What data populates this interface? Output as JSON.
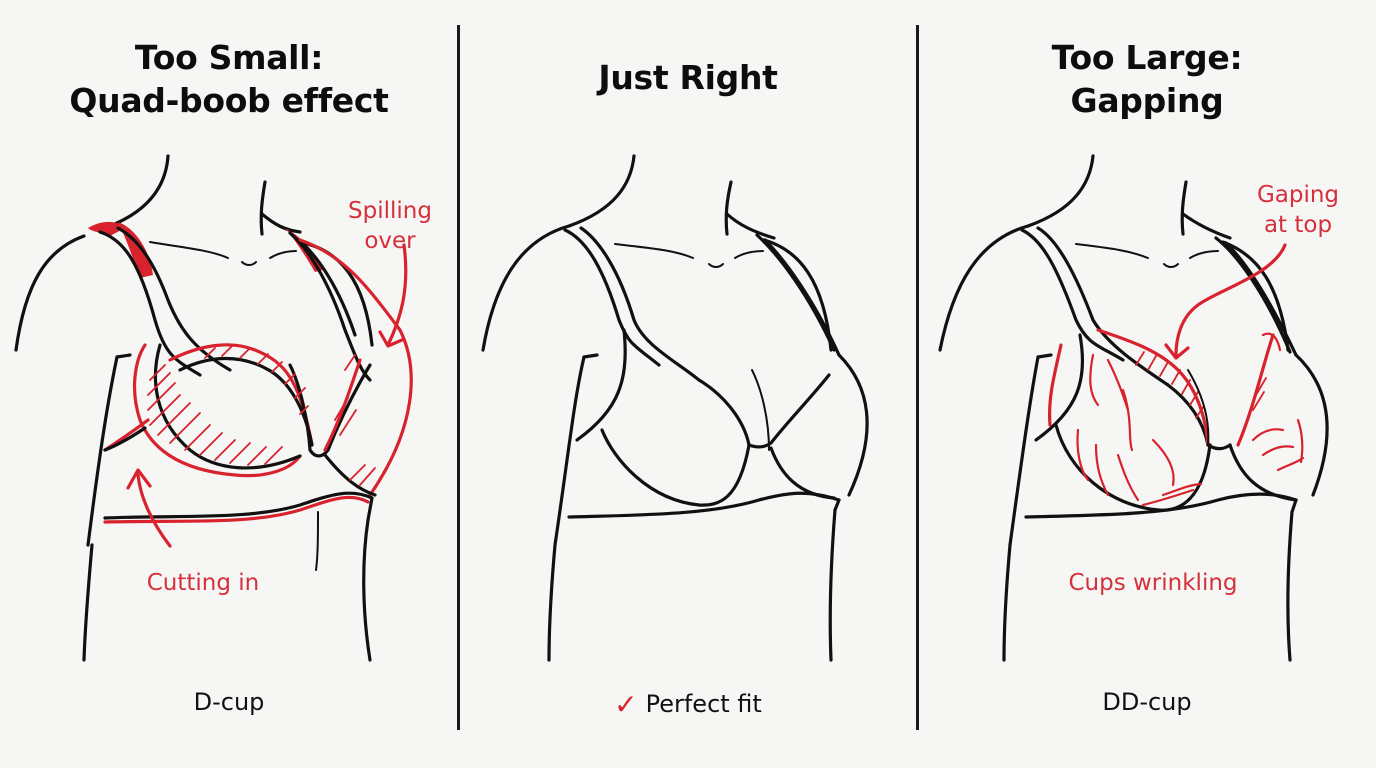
{
  "colors": {
    "background": "#f6f6f4",
    "line": "#111111",
    "accent_red": "#d8232f"
  },
  "panels": [
    {
      "id": "too-small",
      "title_line1": "Too Small:",
      "title_line2": "Quad-boob effect",
      "annotations": [
        {
          "label_line1": "Spilling",
          "label_line2": "over"
        },
        {
          "label_line1": "Cutting in",
          "label_line2": ""
        }
      ],
      "caption": "D-cup"
    },
    {
      "id": "just-right",
      "title_line1": "Just Right",
      "title_line2": "",
      "annotations": [],
      "caption_icon": "checkmark-icon",
      "caption_icon_glyph": "✓",
      "caption": "Perfect fit"
    },
    {
      "id": "too-large",
      "title_line1": "Too Large:",
      "title_line2": "Gapping",
      "annotations": [
        {
          "label_line1": "Gaping",
          "label_line2": "at top"
        },
        {
          "label_line1": "Cups wrinkling",
          "label_line2": ""
        }
      ],
      "caption": "DD-cup"
    }
  ]
}
